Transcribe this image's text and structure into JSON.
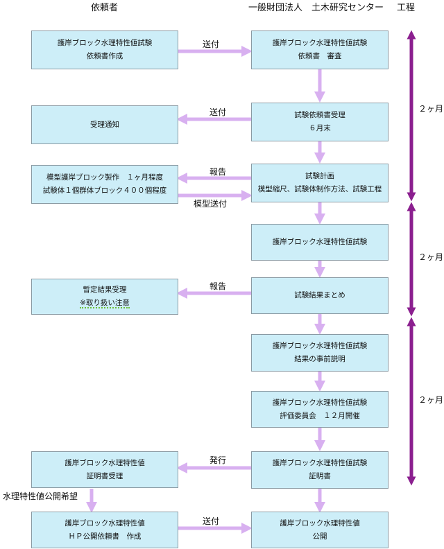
{
  "headers": {
    "requester": "依頼者",
    "institute": "一般財団法人　土木研究センター",
    "process": "工程"
  },
  "left_boxes": {
    "request_create": [
      "護岸ブロック水理特性値試験",
      "依頼書作成"
    ],
    "receipt_notice": [
      "受理通知"
    ],
    "model_make": [
      "模型護岸ブロック製作　１ヶ月程度",
      "試験体１個群体ブロック４００個程度"
    ],
    "interim_receive": [
      "暫定結果受理",
      "※取り扱い注意"
    ],
    "cert_receive": [
      "護岸ブロック水理特性値",
      "証明書受理"
    ],
    "hp_request": [
      "護岸ブロック水理特性値",
      "ＨＰ公開依頼書　作成"
    ]
  },
  "right_boxes": {
    "review": [
      "護岸ブロック水理特性値試験",
      "依頼書　審査"
    ],
    "accept": [
      "試験依頼書受理",
      "６月末"
    ],
    "plan": [
      "試験計画",
      "模型縮尺、試験体制作方法、試験工程"
    ],
    "test": [
      "護岸ブロック水理特性値試験"
    ],
    "summary": [
      "試験結果まとめ"
    ],
    "explain": [
      "護岸ブロック水理特性値試験",
      "結果の事前説明"
    ],
    "committee": [
      "護岸ブロック水理特性値試験",
      "評価委員会　１２月開催"
    ],
    "cert": [
      "護岸ブロック水理特性値試験",
      "証明書"
    ],
    "publish": [
      "護岸ブロック水理特性値",
      "公開"
    ]
  },
  "arrow_labels": {
    "send1": "送付",
    "send2": "送付",
    "report1": "報告",
    "model_send": "模型送付",
    "report2": "報告",
    "issue": "発行",
    "public_wish": "水理特性値公開希望",
    "send3": "送付"
  },
  "durations": [
    "２ヶ月",
    "２ヶ月",
    "２ヶ月"
  ],
  "colors": {
    "box_fill": "#cdeef8",
    "arrow": "#d8b0f0",
    "timeline": "#8b1f8f"
  }
}
